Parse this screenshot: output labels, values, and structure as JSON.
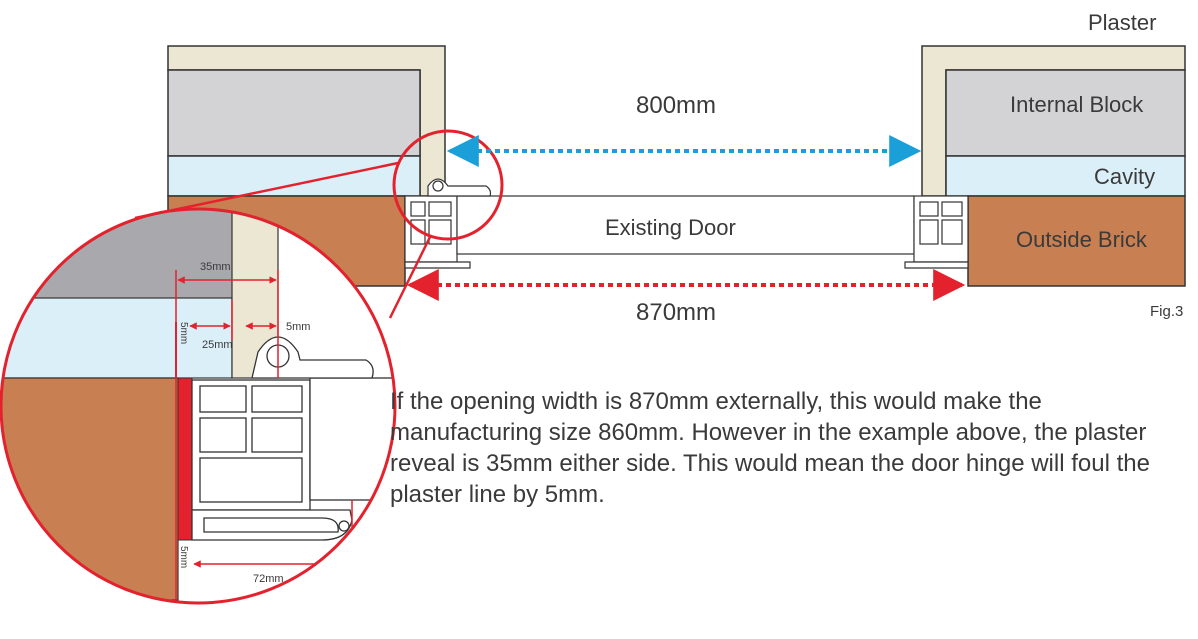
{
  "labels": {
    "plaster": "Plaster",
    "internal_block": "Internal Block",
    "cavity": "Cavity",
    "outside_brick": "Outside Brick",
    "existing_door": "Existing Door",
    "inner_width": "800mm",
    "outer_width": "870mm",
    "figure": "Fig.3"
  },
  "detail": {
    "reveal": "35mm",
    "gap": "25mm",
    "overlap": "5mm",
    "packer_top": "5mm",
    "packer_bottom": "5mm",
    "frame_depth": "72mm"
  },
  "explanation": "If the opening width is 870mm externally, this would make the manufacturing size 860mm. However in the example above, the plaster reveal is 35mm either side. This would mean the door hinge will foul the plaster line by 5mm.",
  "colors": {
    "plaster": "#ebe7d3",
    "internal_block": "#d3d3d5",
    "cavity": "#dbeff8",
    "outside_brick": "#c87f52",
    "blue_arrow": "#1a9fd9",
    "red_arrow": "#e3222e",
    "packer": "#e3222e"
  }
}
